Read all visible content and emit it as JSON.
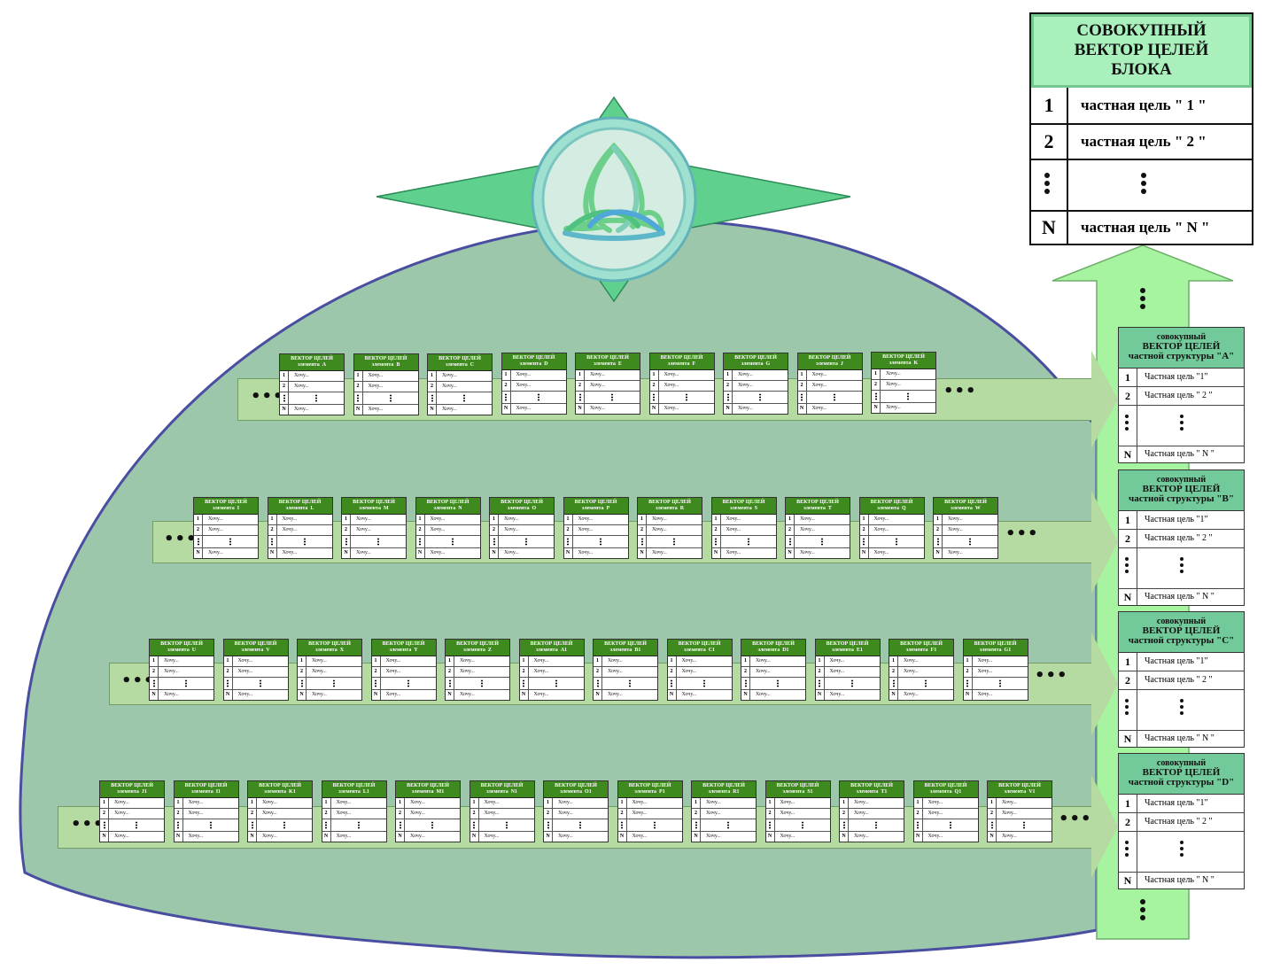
{
  "summary": {
    "title_lines": [
      "СОВОКУПНЫЙ",
      "ВЕКТОР ЦЕЛЕЙ",
      "БЛОКА"
    ],
    "rows": [
      {
        "n": "1",
        "text": "частная цель \" 1 \""
      },
      {
        "n": "2",
        "text": "частная цель \" 2 \""
      },
      {
        "n": "dots",
        "text": "dots"
      },
      {
        "n": "N",
        "text": "частная цель \" N \""
      }
    ]
  },
  "substructures": [
    {
      "line1": "совокупный",
      "line2": "ВЕКТОР ЦЕЛЕЙ",
      "line3": "частной структуры \"A\"",
      "r1": "Частная цель \"1\"",
      "r2": "Частная цель \" 2 \"",
      "rN": "Частная цель \" N \""
    },
    {
      "line1": "совокупный",
      "line2": "ВЕКТОР ЦЕЛЕЙ",
      "line3": "частной структуры \"B\"",
      "r1": "Частная цель \"1\"",
      "r2": "Частная цель \" 2 \"",
      "rN": "Частная цель \" N \""
    },
    {
      "line1": "совокупный",
      "line2": "ВЕКТОР ЦЕЛЕЙ",
      "line3": "частной структуры \"C\"",
      "r1": "Частная цель \"1\"",
      "r2": "Частная цель \" 2 \"",
      "rN": "Частная цель \" N \""
    },
    {
      "line1": "совокупный",
      "line2": "ВЕКТОР ЦЕЛЕЙ",
      "line3": "частной структуры \"D\"",
      "r1": "Частная цель \"1\"",
      "r2": "Частная цель \" 2 \"",
      "rN": "Частная цель \" N \""
    }
  ],
  "card_labels": {
    "title": "ВЕКТОР ЦЕЛЕЙ",
    "element_prefix": "элемента",
    "want": "Хочу...",
    "n1": "1",
    "n2": "2",
    "nN": "N"
  },
  "rows": [
    {
      "elements": [
        "A",
        "B",
        "C",
        "D",
        "E",
        "F",
        "G",
        "J",
        "K"
      ]
    },
    {
      "elements": [
        "I",
        "L",
        "M",
        "N",
        "O",
        "P",
        "R",
        "S",
        "T",
        "Q",
        "W"
      ]
    },
    {
      "elements": [
        "U",
        "V",
        "X",
        "Y",
        "Z",
        "A1",
        "B1",
        "C1",
        "D1",
        "E1",
        "F1",
        "G1"
      ]
    },
    {
      "elements": [
        "J1",
        "I1",
        "K1",
        "L1",
        "M1",
        "N1",
        "O1",
        "P1",
        "R1",
        "S1",
        "T1",
        "Q1",
        "V1"
      ]
    }
  ],
  "colors": {
    "dome_fill": "#9cc7ab",
    "dome_stroke": "#4a4ea0",
    "band": "#b5dba2",
    "card_header": "#3f8a1e",
    "column": "#a6f3a0",
    "summary_header": "#aaf0bc",
    "side_header": "#72c99a"
  },
  "icons": {
    "center": "triquetra-compass-icon"
  }
}
